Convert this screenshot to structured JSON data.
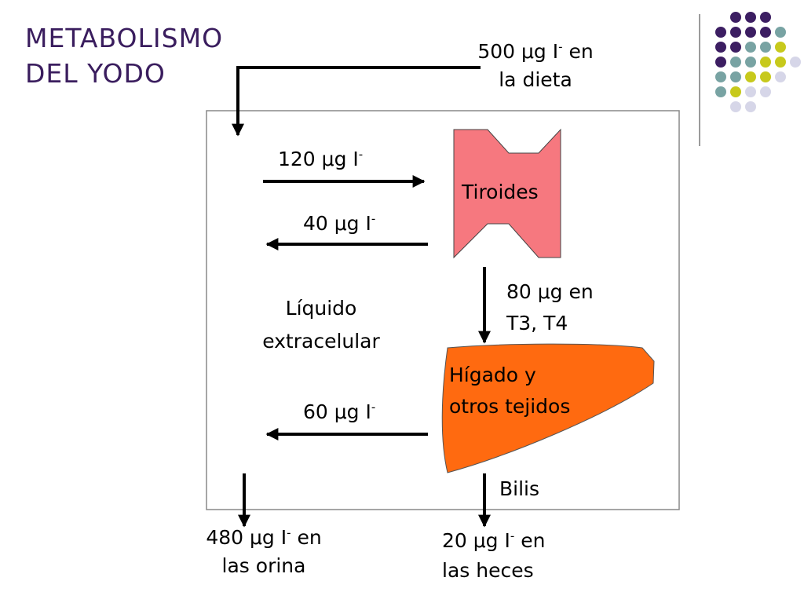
{
  "title": {
    "line1": "METABOLISMO",
    "line2": "DEL YODO"
  },
  "diet": {
    "amount": "500 μg I",
    "sup": "-",
    "suffix": " en",
    "line2": "la dieta"
  },
  "flows": {
    "uptake": {
      "text": "120 μg I",
      "sup": "-"
    },
    "release": {
      "text": "40 μg I",
      "sup": "-"
    },
    "return": {
      "text": "60 μg I",
      "sup": "-"
    },
    "hormone": {
      "line1": "80 μg en",
      "line2": "T3, T4"
    },
    "bile": {
      "text": "Bilis"
    }
  },
  "organs": {
    "thyroid": "Tiroides",
    "liver": {
      "line1": "Hígado y",
      "line2": "otros tejidos"
    },
    "ecf": {
      "line1": "Líquido",
      "line2": "extracelular"
    }
  },
  "outputs": {
    "urine": {
      "amount": "480 μg I",
      "sup": "-",
      "suffix": " en",
      "line2": "las orina"
    },
    "feces": {
      "amount": "20 μg I",
      "sup": "-",
      "suffix": " en",
      "line2": "las heces"
    }
  },
  "colors": {
    "title": "#3a1d5e",
    "thyroid": "#f6787f",
    "liver": "#ff6a10",
    "dot_purple": "#3c1e62",
    "dot_teal": "#78a3a3",
    "dot_yellow": "#c7c91c",
    "dot_lavender": "#d6d6e8"
  }
}
